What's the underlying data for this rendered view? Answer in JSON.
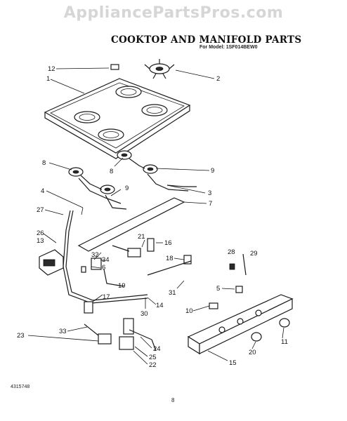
{
  "watermark": "AppliancePartsPros.com",
  "title": "COOKTOP AND MANIFOLD PARTS",
  "model_line": "For Model: 1SF014BEW0",
  "catalog_number": "4315748",
  "page_number": "8",
  "callouts": [
    "12",
    "1",
    "2",
    "8",
    "8",
    "9",
    "4",
    "9",
    "3",
    "27",
    "7",
    "26",
    "13",
    "21",
    "16",
    "32",
    "28",
    "29",
    "6",
    "34",
    "18",
    "19",
    "31",
    "5",
    "14",
    "17",
    "10",
    "30",
    "33",
    "23",
    "24",
    "25",
    "22",
    "20",
    "11",
    "15"
  ]
}
